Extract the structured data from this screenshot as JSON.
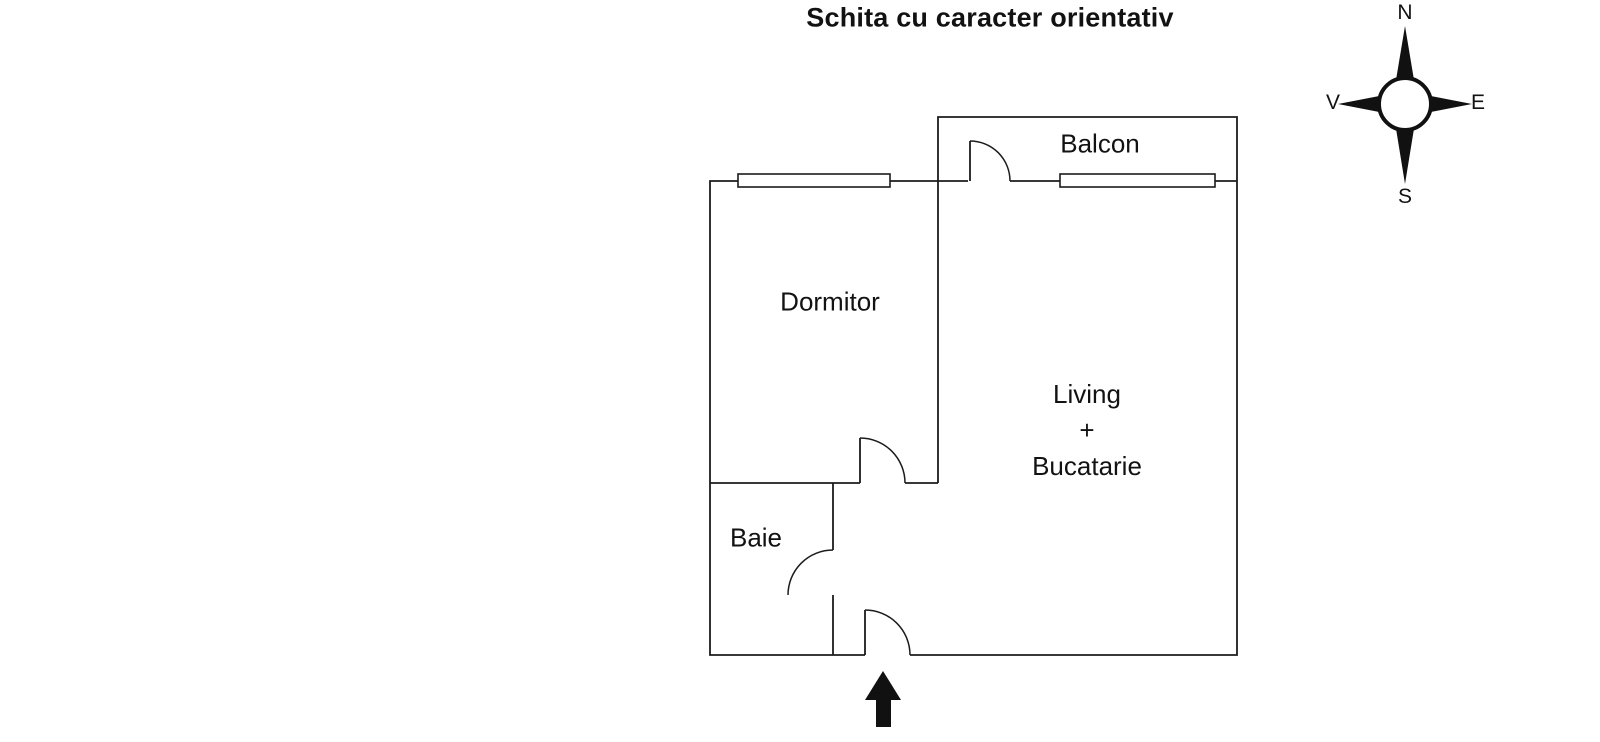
{
  "title": "Schita cu caracter orientativ",
  "compass": {
    "north": "N",
    "east": "E",
    "south": "S",
    "west": "V"
  },
  "rooms": {
    "dormitor": "Dormitor",
    "baie": "Baie",
    "balcon": "Balcon",
    "living": [
      "Living",
      "+",
      "Bucatarie"
    ]
  },
  "colors": {
    "line": "#1c1c1c",
    "background": "#ffffff"
  }
}
